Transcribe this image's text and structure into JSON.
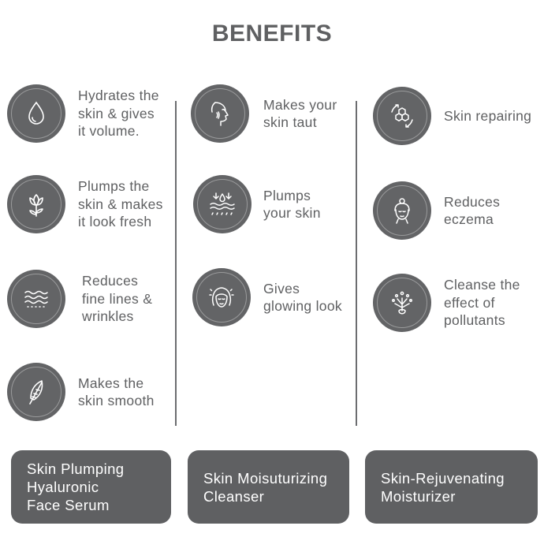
{
  "title": "BENEFITS",
  "columns": [
    {
      "items": [
        {
          "icon": "water-drop-icon",
          "label": "Hydrates the\nskin & gives\nit volume."
        },
        {
          "icon": "tulip-flower-icon",
          "label": "Plumps the\nskin & makes\nit look fresh"
        },
        {
          "icon": "waves-icon",
          "label": "Reduces\nfine lines &\nwrinkles"
        },
        {
          "icon": "feather-icon",
          "label": "Makes the\nskin smooth"
        }
      ],
      "product": "Skin Plumping\nHyaluronic\nFace Serum"
    },
    {
      "items": [
        {
          "icon": "face-profile-icon",
          "label": "Makes your\nskin taut"
        },
        {
          "icon": "droplets-arrows-icon",
          "label": "Plumps\nyour skin"
        },
        {
          "icon": "glowing-face-icon",
          "label": "Gives\nglowing look"
        }
      ],
      "product": "Skin Moisuturizing\nCleanser"
    },
    {
      "items": [
        {
          "icon": "cell-repair-icon",
          "label": "Skin repairing"
        },
        {
          "icon": "woman-face-icon",
          "label": "Reduces\neczema"
        },
        {
          "icon": "pollutant-cleanse-icon",
          "label": "Cleanse the\neffect of\npollutants"
        }
      ],
      "product": "Skin-Rejuvenating\nMoisturizer"
    }
  ]
}
